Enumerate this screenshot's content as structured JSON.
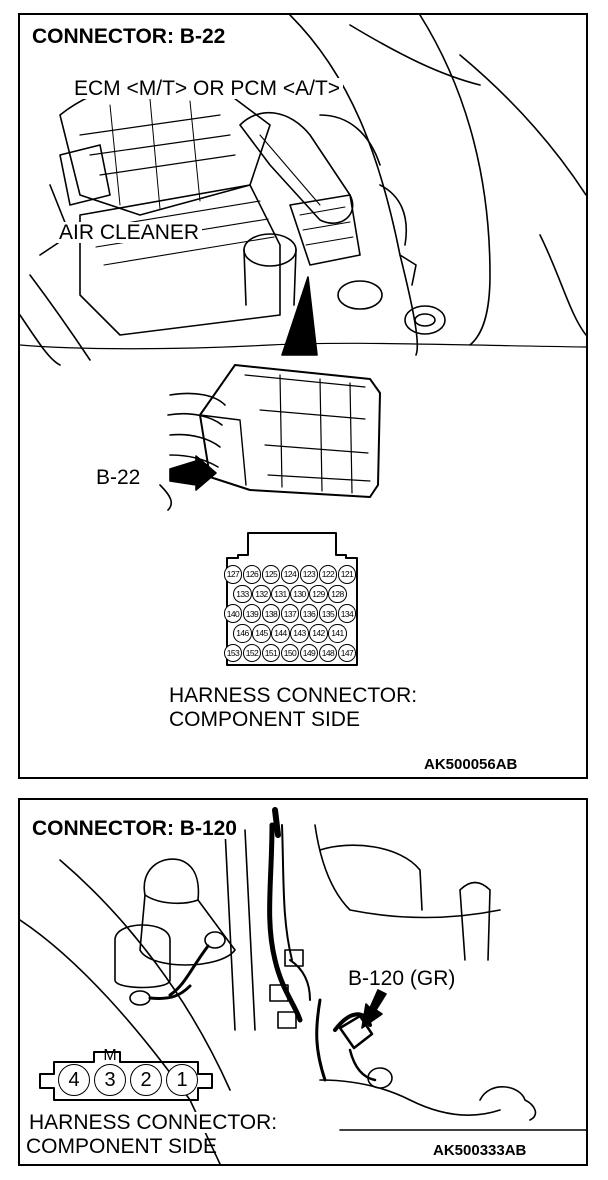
{
  "panel_top": {
    "title": "CONNECTOR: B-22",
    "ecm_label": "ECM <M/T> OR PCM <A/T>",
    "air_cleaner_label": "AIR CLEANER",
    "pointer_label": "B-22",
    "harness_line1": "HARNESS CONNECTOR:",
    "harness_line2": "COMPONENT SIDE",
    "code": "AK500056AB",
    "pin_rows": [
      [
        "127",
        "126",
        "125",
        "124",
        "123",
        "122",
        "121"
      ],
      [
        "133",
        "132",
        "131",
        "130",
        "129",
        "128"
      ],
      [
        "140",
        "139",
        "138",
        "137",
        "136",
        "135",
        "134"
      ],
      [
        "146",
        "145",
        "144",
        "143",
        "142",
        "141"
      ],
      [
        "153",
        "152",
        "151",
        "150",
        "149",
        "148",
        "147"
      ]
    ]
  },
  "panel_bottom": {
    "title": "CONNECTOR: B-120",
    "pointer_label": "B-120 (GR)",
    "key_label": "M",
    "pins": [
      "4",
      "3",
      "2",
      "1"
    ],
    "harness_line1": "HARNESS CONNECTOR:",
    "harness_line2": "COMPONENT SIDE",
    "code": "AK500333AB"
  }
}
